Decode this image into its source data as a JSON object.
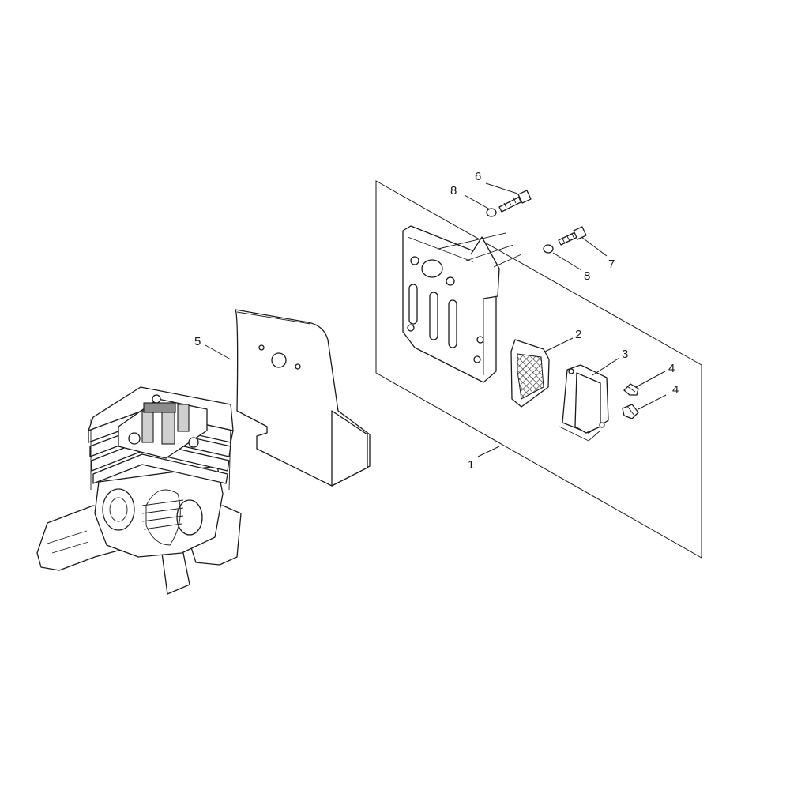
{
  "callouts": {
    "c1": "1",
    "c2": "2",
    "c3": "3",
    "c4a": "4",
    "c4b": "4",
    "c5": "5",
    "c6": "6",
    "c7": "7",
    "c8a": "8",
    "c8b": "8"
  }
}
